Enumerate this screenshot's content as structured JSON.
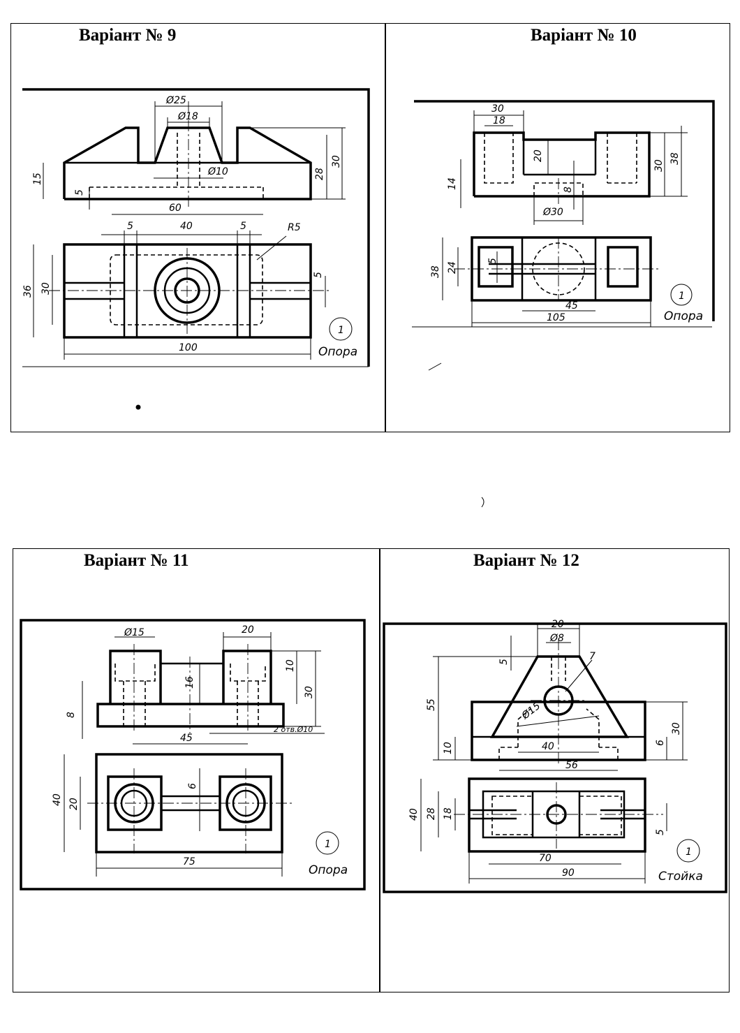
{
  "variants": [
    {
      "title": "Варіант № 9",
      "part_name": "Опора",
      "part_no": "1",
      "dims": [
        "Ø25",
        "Ø18",
        "Ø10",
        "15",
        "5",
        "60",
        "28",
        "30",
        "5",
        "40",
        "5",
        "R5",
        "36",
        "30",
        "5",
        "100"
      ]
    },
    {
      "title": "Варіант № 10",
      "part_name": "Опора",
      "part_no": "1",
      "dims": [
        "30",
        "18",
        "20",
        "30",
        "38",
        "14",
        "8",
        "Ø30",
        "38",
        "24",
        "5",
        "45",
        "105"
      ]
    },
    {
      "title": "Варіант № 11",
      "part_name": "Опора",
      "part_no": "1",
      "dims": [
        "Ø15",
        "20",
        "10",
        "16",
        "30",
        "8",
        "45",
        "2 отв.Ø10",
        "40",
        "20",
        "6",
        "75"
      ]
    },
    {
      "title": "Варіант № 12",
      "part_name": "Стойка",
      "part_no": "1",
      "dims": [
        "20",
        "Ø8",
        "5",
        "7",
        "55",
        "Ø15",
        "30",
        "10",
        "40",
        "6",
        "56",
        "40",
        "28",
        "18",
        "5",
        "70",
        "90"
      ]
    }
  ]
}
